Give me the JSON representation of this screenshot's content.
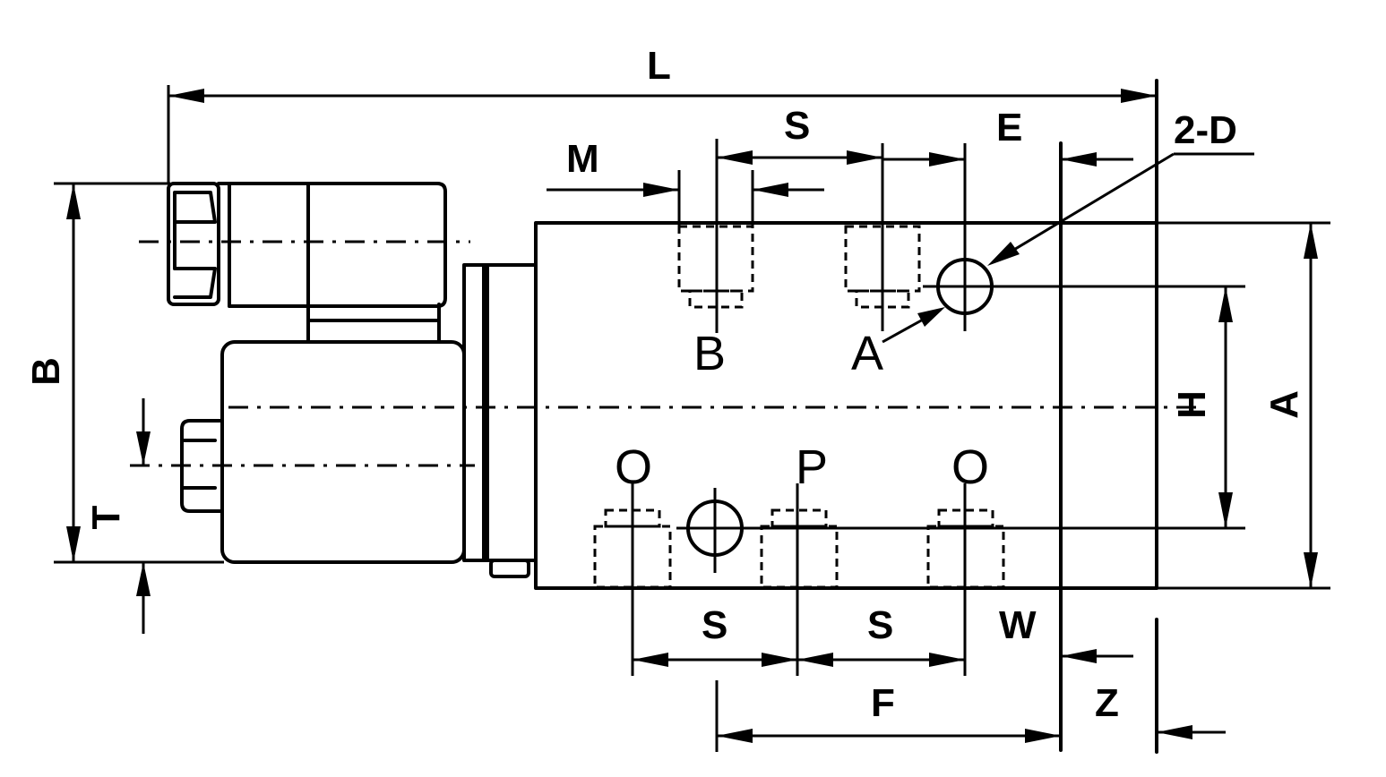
{
  "dimensions": {
    "L": "L",
    "B": "B",
    "T": "T",
    "M": "M",
    "S": "S",
    "E": "E",
    "D": "2-D",
    "H": "H",
    "A": "A",
    "W": "W",
    "F": "F",
    "Z": "Z"
  },
  "ports": {
    "B": "B",
    "A": "A",
    "O_left": "O",
    "P": "P",
    "O_right": "O"
  }
}
